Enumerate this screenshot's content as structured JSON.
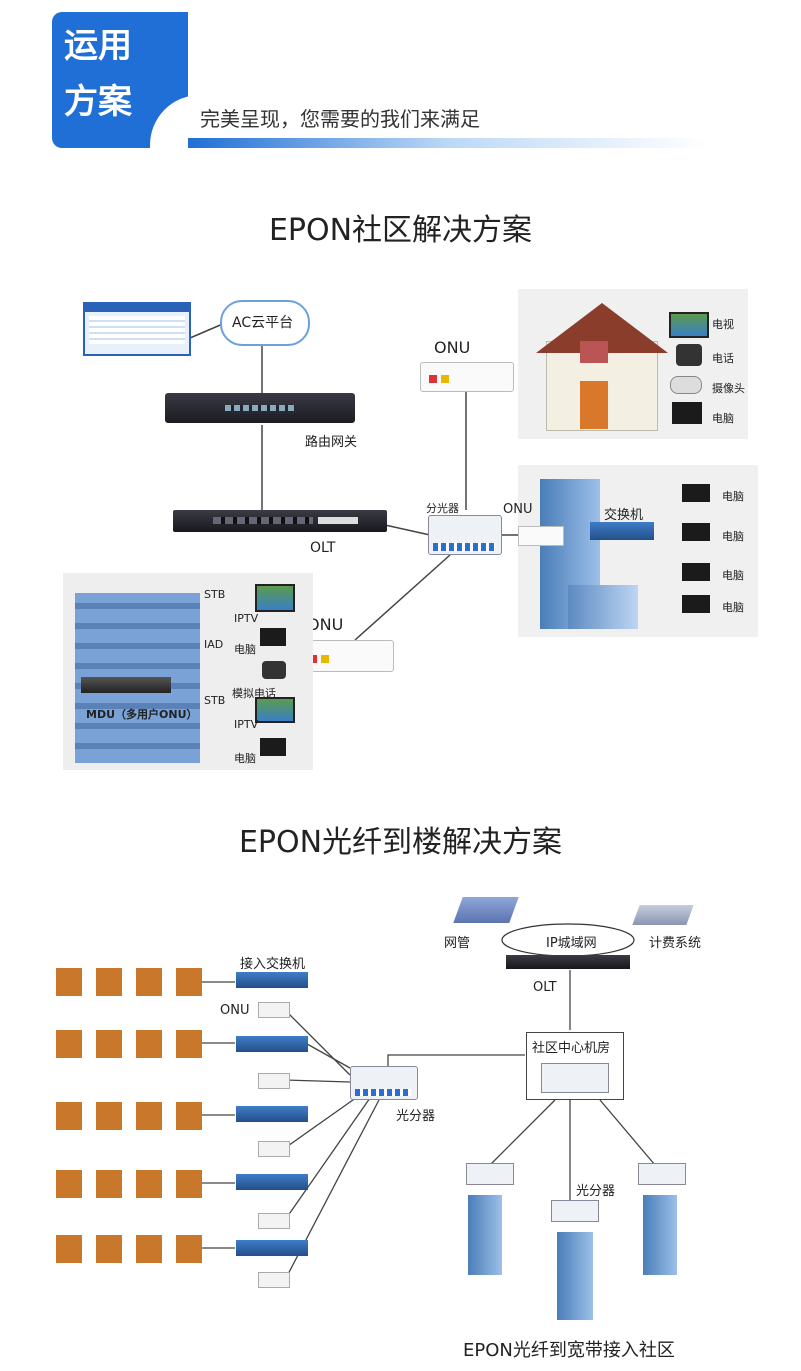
{
  "header": {
    "badge_line1": "运用",
    "badge_line2": "方案",
    "subtitle": "完美呈现，您需要的我们来满足"
  },
  "section1": {
    "title": "EPON社区解决方案",
    "cloud": "AC云平台",
    "router": "路由网关",
    "olt": "OLT",
    "splitter": "分光器",
    "onu_top": "ONU",
    "onu_mid": "ONU",
    "onu_bot": "ONU",
    "switch": "交换机",
    "house_devices": [
      "电视",
      "电话",
      "摄像头",
      "电脑"
    ],
    "building_pcs": [
      "电脑",
      "电脑",
      "电脑",
      "电脑"
    ],
    "mdu": {
      "label": "MDU（多用户ONU）",
      "stb1": "STB",
      "iptv1": "IPTV",
      "pc1": "电脑",
      "iad": "IAD",
      "phone": "模拟电话",
      "stb2": "STB",
      "iptv2": "IPTV",
      "pc2": "电脑"
    }
  },
  "section2": {
    "title": "EPON光纤到楼解决方案",
    "access_switch": "接入交换机",
    "onu": "ONU",
    "splitter_left": "光分器",
    "network_mgmt": "网管",
    "ip_metro": "IP城域网",
    "billing": "计费系统",
    "olt": "OLT",
    "center_room": "社区中心机房",
    "splitter_right": "光分器",
    "footer": "EPON光纤到宽带接入社区"
  },
  "colors": {
    "brand_blue": "#1f6fd6",
    "device_blue": "#2f6db5",
    "house_wall": "#f3efe2",
    "roof": "#8a3d2b",
    "building_blue": "#6f9bd0",
    "house_unit": "#c9772b"
  }
}
